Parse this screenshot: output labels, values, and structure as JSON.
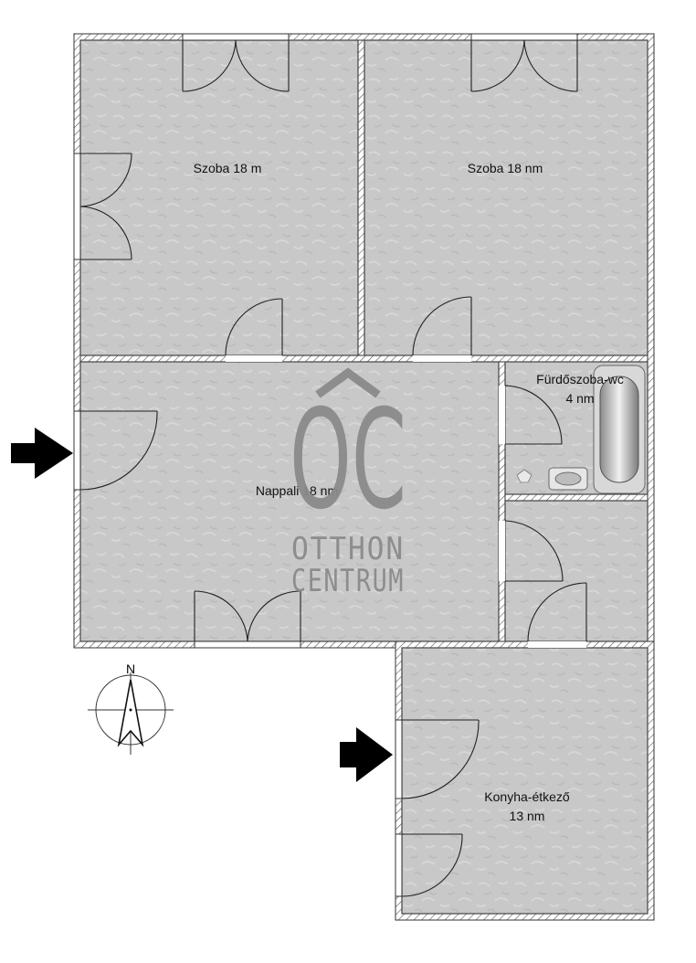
{
  "rooms": {
    "bedroom1": {
      "label": "Szoba 18 m"
    },
    "bedroom2": {
      "label": "Szoba 18 nm"
    },
    "bathroom": {
      "label_line1": "Fürdőszoba-wc",
      "label_line2": "4 nm"
    },
    "living": {
      "label": "Nappali 18 nm"
    },
    "kitchen": {
      "label_line1": "Konyha-étkező",
      "label_line2": "13 nm"
    }
  },
  "watermark": {
    "logo": "OC",
    "line1": "OTTHON",
    "line2": "CENTRUM",
    "color": "#8a8a8a"
  },
  "compass": {
    "north_label": "N"
  },
  "icons": {
    "entrance_arrows": "right-arrow-icon",
    "compass": "compass-icon",
    "bathtub": "bathtub-icon",
    "toilet": "toilet-icon",
    "sink": "sink-icon"
  },
  "colors": {
    "floor": "#c9c9c9",
    "wall": "#ffffff",
    "line": "#333333"
  }
}
